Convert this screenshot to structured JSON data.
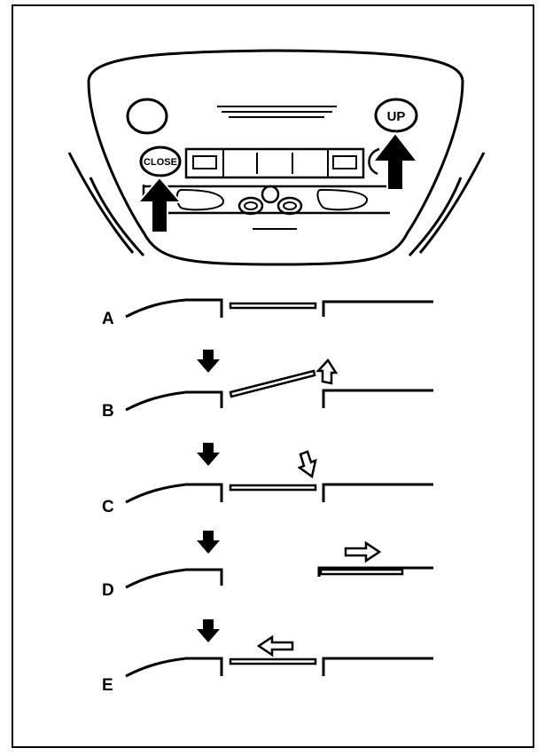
{
  "console": {
    "close_button_label": "CLOSE",
    "up_button_label": "UP"
  },
  "steps": [
    {
      "label": "A",
      "state": "closed"
    },
    {
      "label": "B",
      "state": "tilted-up"
    },
    {
      "label": "C",
      "state": "lowering"
    },
    {
      "label": "D",
      "state": "open"
    },
    {
      "label": "E",
      "state": "closing"
    }
  ]
}
